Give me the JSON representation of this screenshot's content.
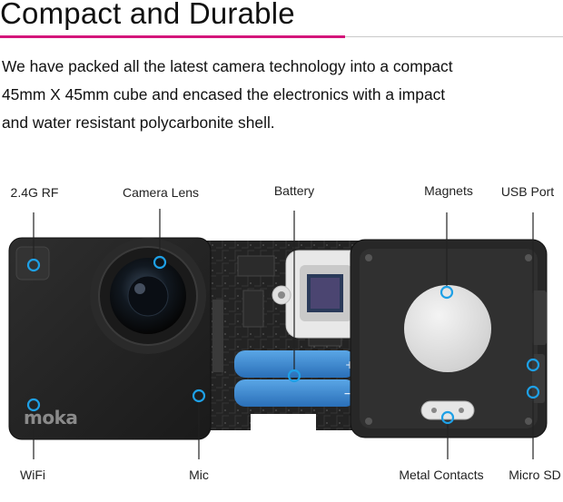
{
  "header": {
    "title": "Compact and Durable",
    "accent_color": "#d4157a",
    "description_lines": [
      "We have packed all the latest camera technology into a compact",
      "45mm X 45mm cube and encased the electronics with a impact",
      "and water resistant polycarbonite shell."
    ]
  },
  "callouts": {
    "rf": "2.4G RF",
    "lens": "Camera Lens",
    "battery": "Battery",
    "magnets": "Magnets",
    "usb": "USB Port",
    "wifi": "WiFi",
    "mic": "Mic",
    "contacts": "Metal Contacts",
    "microsd": "Micro SD"
  },
  "product": {
    "brand_logo": "moka",
    "callout_color": "#1ea0e6"
  }
}
